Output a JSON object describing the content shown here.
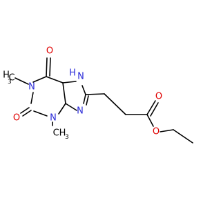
{
  "molecule": {
    "atoms": {
      "o6": "O",
      "n7h": "H",
      "n7": "N",
      "n1": "N",
      "me1_h": "H",
      "me1_c": "C",
      "me1_sub": "3",
      "o2": "O",
      "n9": "N",
      "n3": "N",
      "me3_c": "CH",
      "me3_sub": "3",
      "o_carbonyl": "O",
      "o_ester": "O"
    }
  },
  "colors": {
    "nitrogen": "#2a2ad8",
    "oxygen": "#e00000",
    "bond": "#000000"
  }
}
